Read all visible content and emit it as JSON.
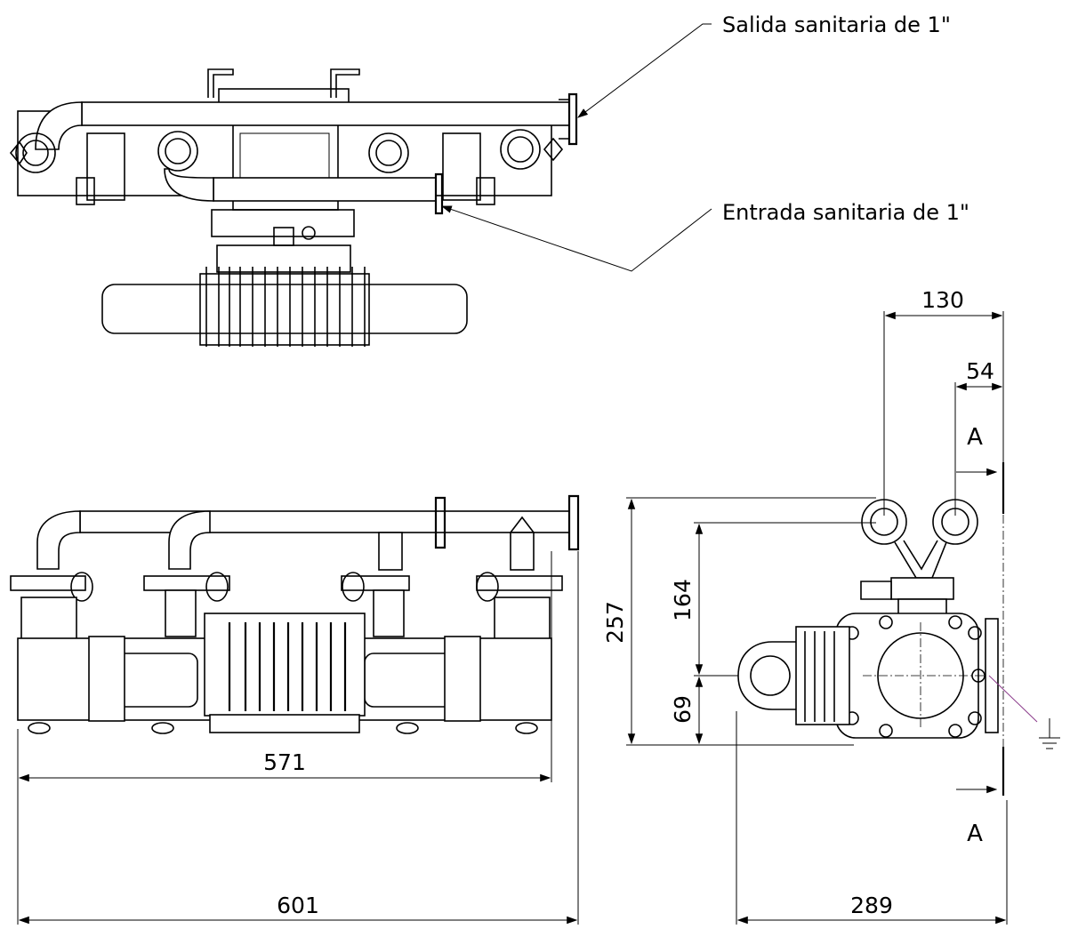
{
  "callouts": {
    "outlet": "Salida sanitaria de 1\"",
    "inlet": "Entrada sanitaria de 1\""
  },
  "dimensions": {
    "total_width": "601",
    "port_span": "571",
    "side_depth": "289",
    "height_total": "257",
    "height_ports": "164",
    "height_base": "69",
    "port_spacing": "130",
    "section_offset": "54"
  },
  "section": {
    "label_top": "A",
    "label_bottom": "A"
  },
  "colors": {
    "line": "#000000",
    "ground_leader": "#8a3a8a"
  }
}
